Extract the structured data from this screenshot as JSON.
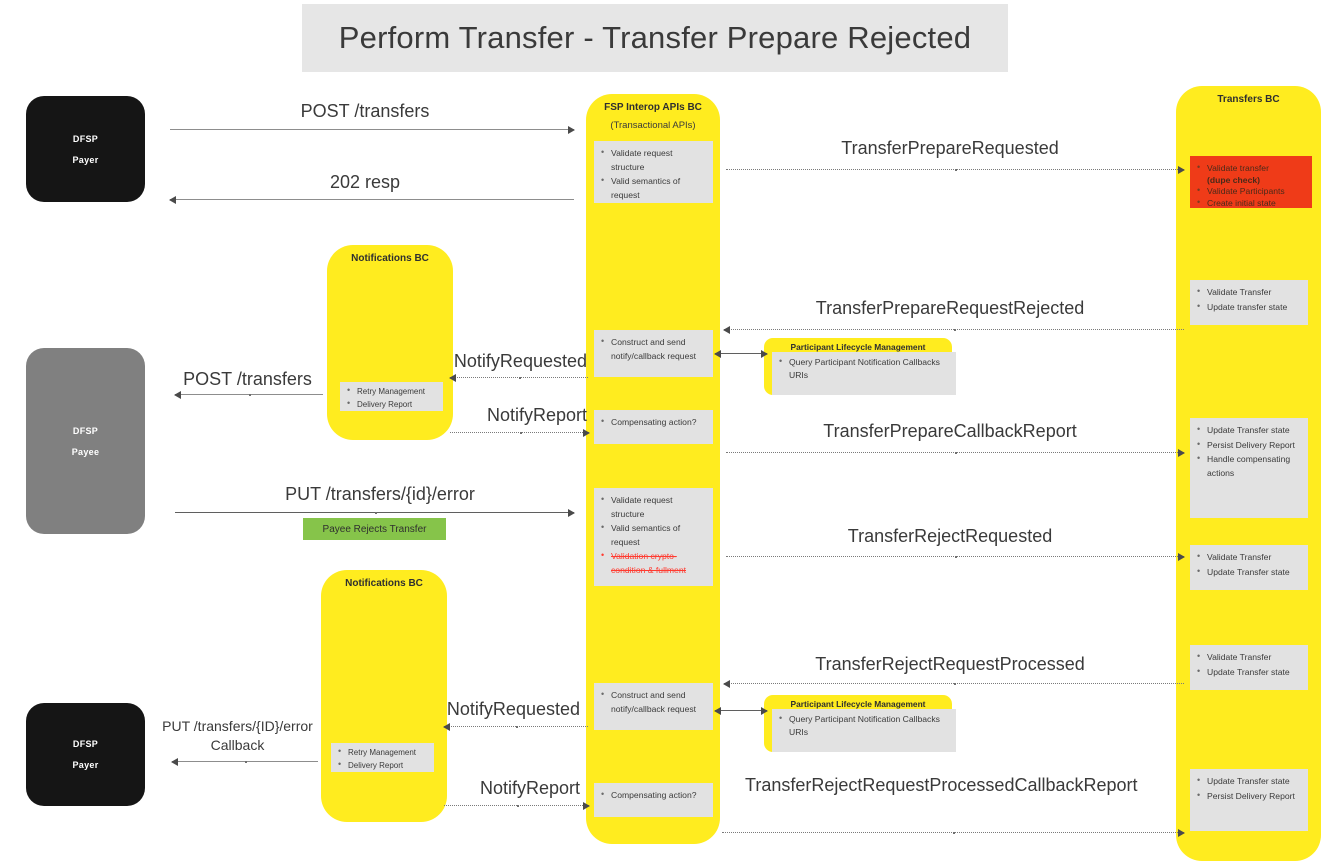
{
  "title": "Perform Transfer - Transfer Prepare Rejected",
  "colors": {
    "lane": "#ffec1f",
    "task": "#e2e2e2",
    "task_alert": "#ef3b18",
    "actor_dark": "#151515",
    "actor_grey": "#808080",
    "note_green": "#86c44a",
    "strike_red": "#ff3b30",
    "banner": "#e6e6e6"
  },
  "actors": {
    "payer_top": {
      "line1": "DFSP",
      "line2": "Payer"
    },
    "payee": {
      "line1": "DFSP",
      "line2": "Payee"
    },
    "payer_bottom": {
      "line1": "DFSP",
      "line2": "Payer"
    }
  },
  "lanes": {
    "fsp_interop": {
      "title": "FSP Interop APIs BC",
      "subtitle": "(Transactional APIs)"
    },
    "transfers": {
      "title": "Transfers BC"
    },
    "notifications_top": {
      "title": "Notifications BC"
    },
    "notifications_bottom": {
      "title": "Notifications BC"
    },
    "plm_top": {
      "title": "Participant Lifecycle Management"
    },
    "plm_bottom": {
      "title": "Participant Lifecycle Management"
    }
  },
  "tasks": {
    "interop_validate_1": [
      "Validate request structure",
      "Valid semantics of request"
    ],
    "interop_construct_1": [
      "Construct and send notify/callback request"
    ],
    "interop_compensating_1": [
      "Compensating action?"
    ],
    "interop_validate_2": [
      "Validate request structure",
      "Valid semantics of request",
      "Validation crypto-condition & fullment"
    ],
    "interop_construct_2": [
      "Construct and send notify/callback request"
    ],
    "interop_compensating_2": [
      "Compensating action?"
    ],
    "transfers_validate_dupe": [
      "Validate transfer",
      "(dupe check)",
      "Validate Participants",
      "Create initial state"
    ],
    "transfers_validate_update_1": [
      "Validate Transfer",
      "Update transfer state"
    ],
    "transfers_update_persist_handle": [
      "Update Transfer state",
      "Persist Delivery Report",
      "Handle compensating actions"
    ],
    "transfers_validate_update_2": [
      "Validate Transfer",
      "Update Transfer state"
    ],
    "transfers_validate_update_3": [
      "Validate Transfer",
      "Update Transfer state"
    ],
    "transfers_update_persist": [
      "Update Transfer state",
      "Persist Delivery Report"
    ],
    "notifications_top_box": [
      "Retry Management",
      "Delivery Report"
    ],
    "notifications_bottom_box": [
      "Retry Management",
      "Delivery Report"
    ],
    "plm_top_box": [
      "Query Participant Notification Callbacks URIs"
    ],
    "plm_bottom_box": [
      "Query Participant Notification Callbacks URIs"
    ]
  },
  "flows": {
    "post_transfers_payer": "POST /transfers",
    "resp_202": "202 resp",
    "transfer_prepare_requested": "TransferPrepareRequested",
    "transfer_prepare_request_rejected": "TransferPrepareRequestRejected",
    "notify_requested_1": "NotifyRequested",
    "post_transfers_payee": "POST /transfers",
    "notify_report_1": "NotifyReport",
    "transfer_prepare_callback_report": "TransferPrepareCallbackReport",
    "put_transfers_id_error": "PUT /transfers/{id}/error",
    "payee_rejects_transfer": "Payee Rejects Transfer",
    "transfer_reject_requested": "TransferRejectRequested",
    "transfer_reject_request_processed": "TransferRejectRequestProcessed",
    "notify_requested_2": "NotifyRequested",
    "put_transfers_id_error_callback": "PUT /transfers/{ID}/error Callback",
    "notify_report_2": "NotifyReport",
    "transfer_reject_request_processed_callback_report": "TransferRejectRequestProcessedCallbackReport"
  }
}
